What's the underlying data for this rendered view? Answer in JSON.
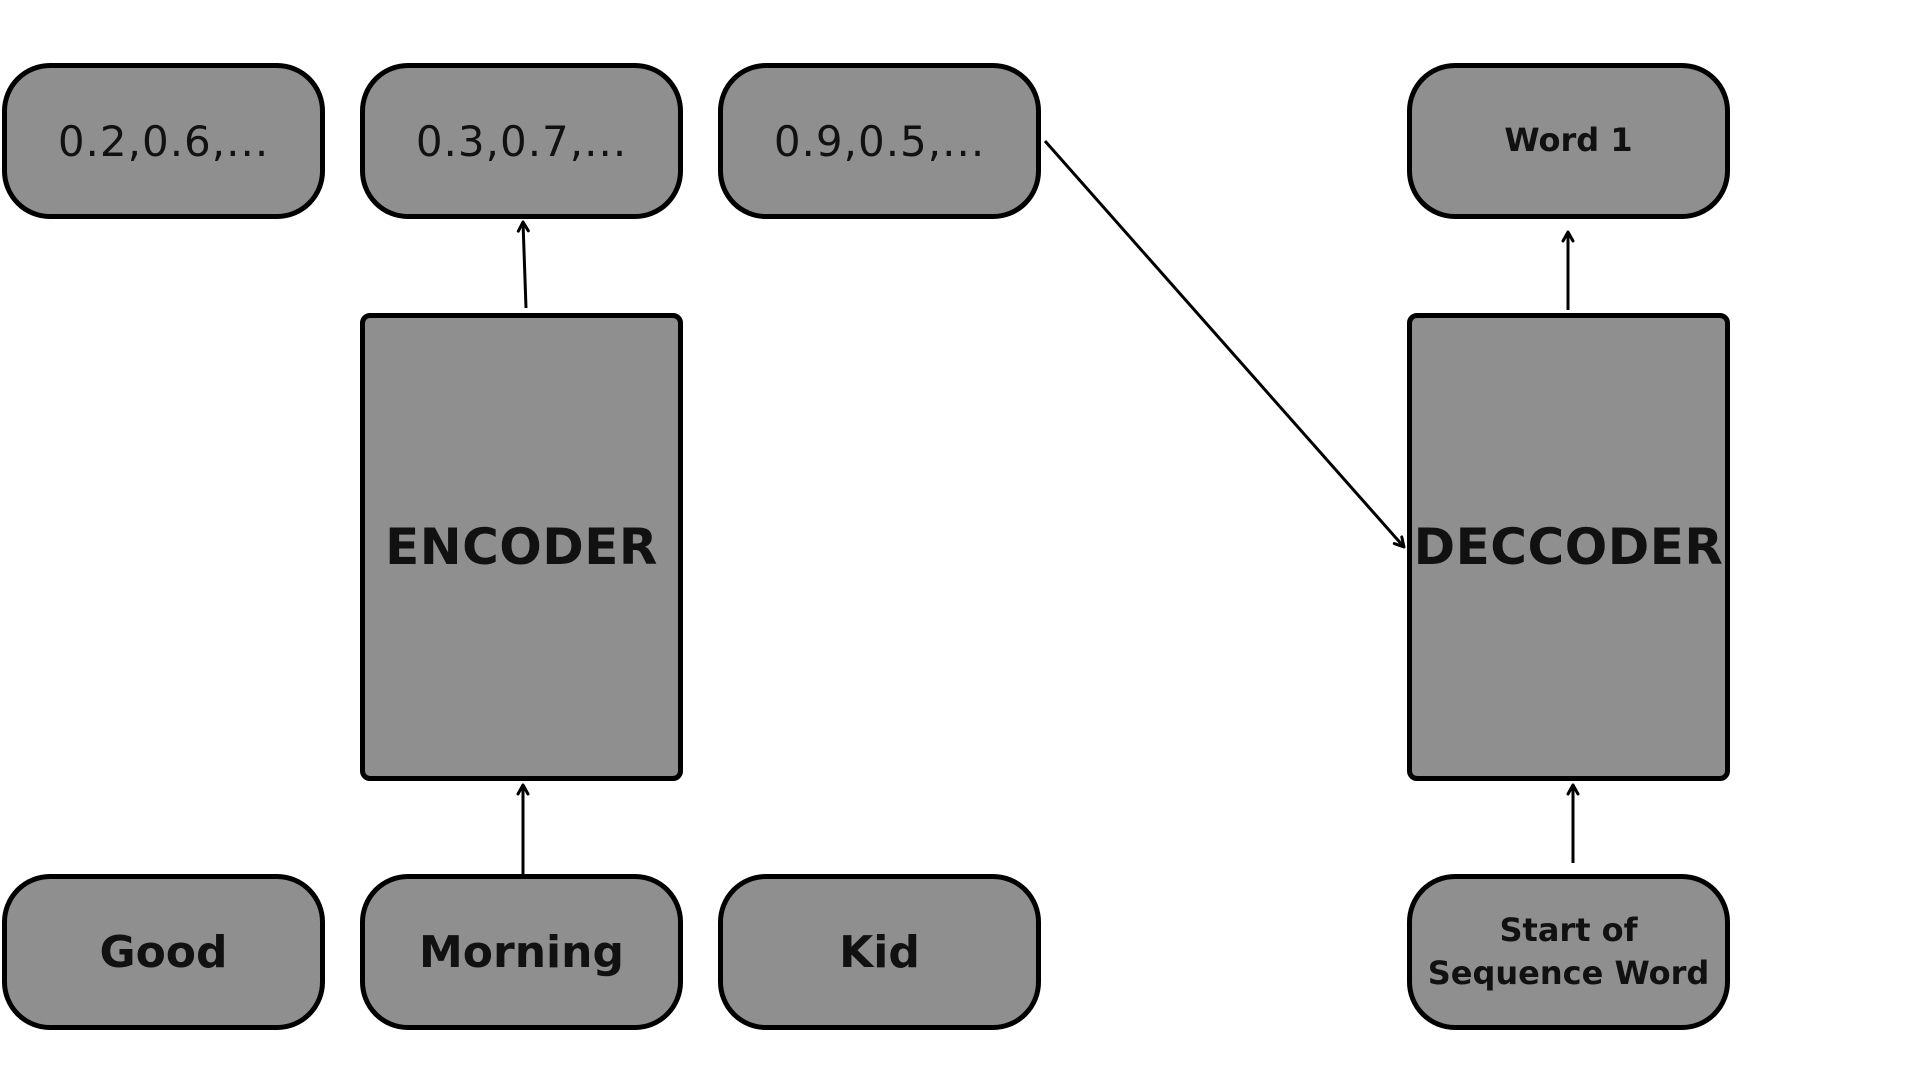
{
  "diagram": {
    "vectors": [
      {
        "label": "0.2,0.6,..."
      },
      {
        "label": "0.3,0.7,..."
      },
      {
        "label": "0.9,0.5,..."
      }
    ],
    "inputs": [
      {
        "label": "Good"
      },
      {
        "label": "Morning"
      },
      {
        "label": "Kid"
      }
    ],
    "encoder": {
      "label": "ENCODER"
    },
    "decoder": {
      "label": "DECCODER"
    },
    "decoder_output": {
      "label": "Word 1"
    },
    "decoder_input": {
      "label_line1": "Start of",
      "label_line2": "Sequence Word"
    },
    "colors": {
      "node_fill": "#8f8f8f",
      "stroke": "#000000",
      "background": "#ffffff"
    }
  }
}
